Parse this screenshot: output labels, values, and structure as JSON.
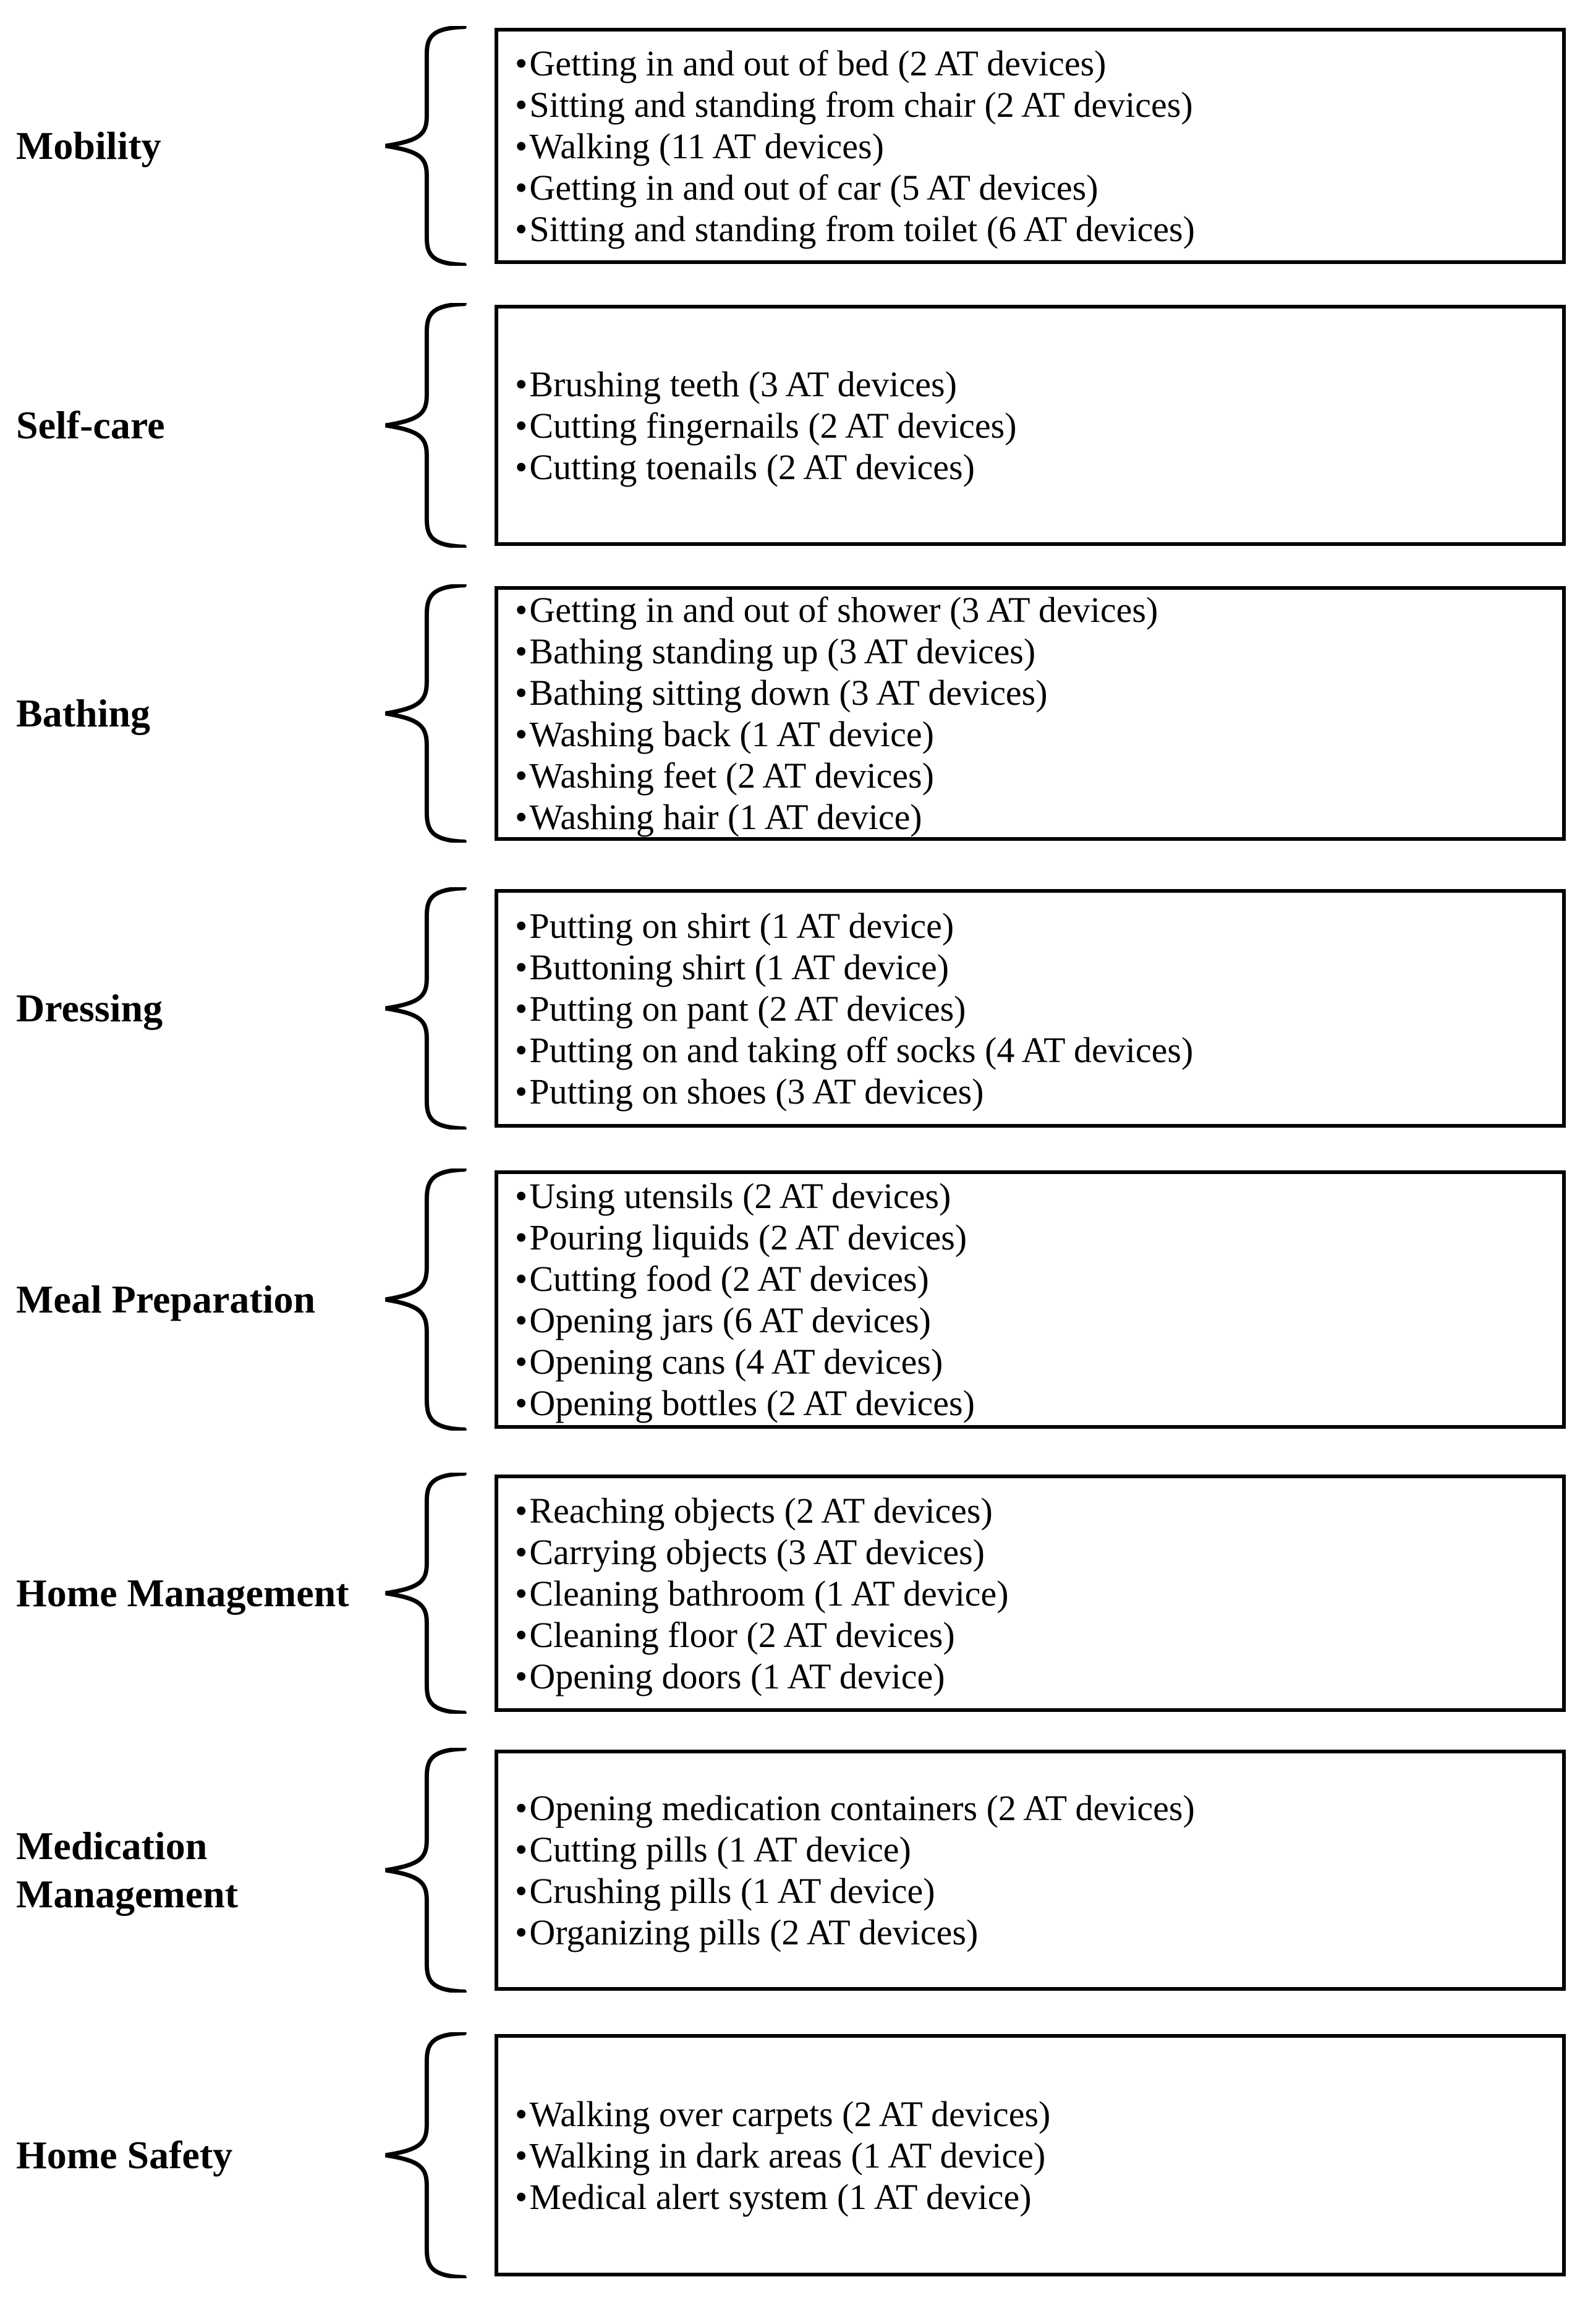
{
  "figure": {
    "bullet": "•",
    "sections": [
      {
        "label": "Mobility",
        "items": [
          "Getting in and out of bed (2 AT devices)",
          "Sitting and standing from chair (2 AT devices)",
          "Walking (11 AT devices)",
          "Getting in and out of car (5 AT devices)",
          "Sitting and standing from toilet (6 AT devices)"
        ]
      },
      {
        "label": "Self-care",
        "items": [
          "Brushing teeth (3 AT devices)",
          "Cutting fingernails (2 AT devices)",
          "Cutting toenails (2 AT devices)"
        ]
      },
      {
        "label": "Bathing",
        "items": [
          "Getting in and out of shower (3 AT devices)",
          "Bathing standing up (3 AT devices)",
          "Bathing sitting down (3 AT devices)",
          "Washing back (1 AT device)",
          "Washing feet (2 AT devices)",
          "Washing hair (1 AT device)"
        ]
      },
      {
        "label": "Dressing",
        "items": [
          "Putting on shirt (1 AT device)",
          "Buttoning shirt (1 AT device)",
          "Putting on pant (2 AT devices)",
          "Putting on and taking off socks (4 AT devices)",
          "Putting on shoes (3 AT devices)"
        ]
      },
      {
        "label": "Meal Preparation",
        "items": [
          "Using utensils (2 AT devices)",
          "Pouring liquids (2 AT devices)",
          "Cutting food (2 AT devices)",
          "Opening jars (6 AT devices)",
          "Opening cans (4 AT devices)",
          "Opening bottles (2 AT devices)"
        ]
      },
      {
        "label": "Home Management",
        "items": [
          "Reaching objects (2 AT devices)",
          "Carrying objects (3 AT devices)",
          "Cleaning bathroom (1 AT device)",
          "Cleaning floor (2 AT devices)",
          "Opening doors (1 AT device)"
        ]
      },
      {
        "label": "Medication Management",
        "items": [
          "Opening medication containers (2 AT devices)",
          "Cutting pills (1 AT device)",
          "Crushing pills (1 AT device)",
          "Organizing pills (2 AT devices)"
        ]
      },
      {
        "label": "Home Safety",
        "items": [
          "Walking over carpets (2 AT devices)",
          "Walking in dark areas (1 AT device)",
          "Medical alert system (1 AT device)"
        ]
      }
    ]
  }
}
